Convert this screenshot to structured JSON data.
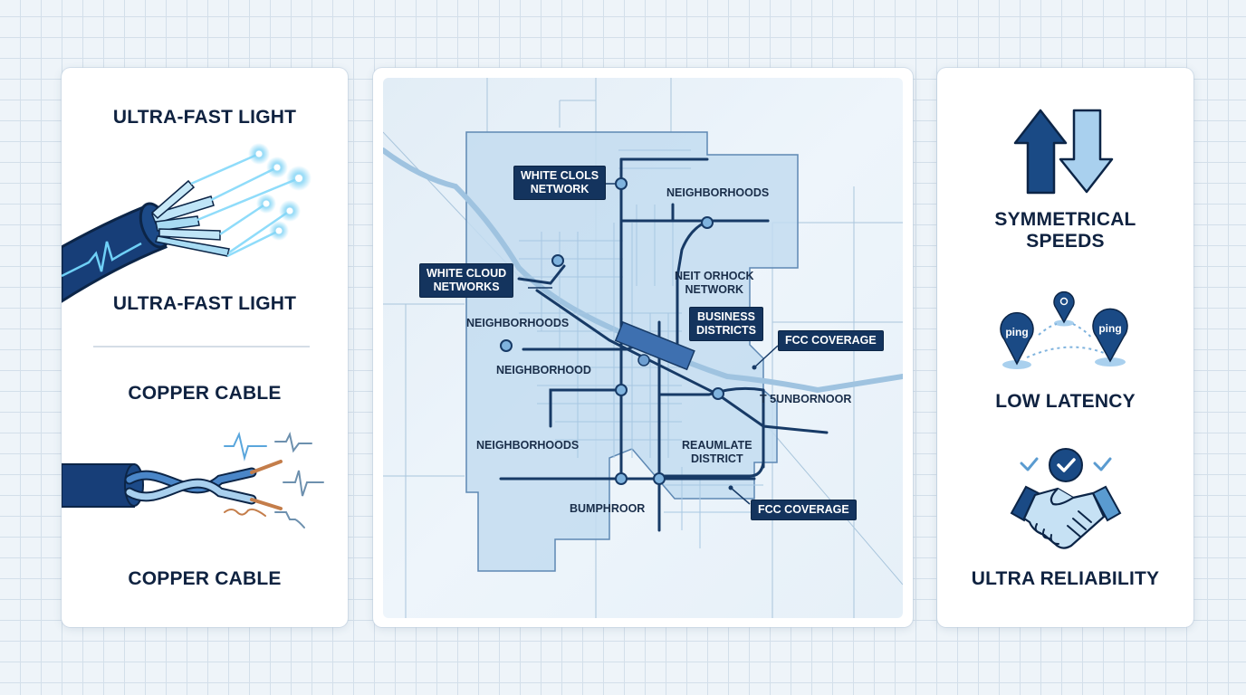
{
  "left_panel": {
    "fiber": {
      "title_top": "ULTRA-FAST LIGHT",
      "title_bottom": "ULTRA-FAST LIGHT",
      "icon": "fiber-optic-cable-icon"
    },
    "copper": {
      "title_top": "COPPER CABLE",
      "title_bottom": "COPPER CABLE",
      "icon": "twisted-copper-cable-icon"
    }
  },
  "map_panel": {
    "callouts": [
      {
        "text": "WHITE CLOLS\nNETWORK",
        "line1": "WHITE CLOLS",
        "line2": "NETWORK"
      },
      {
        "text": "WHITE CLOUD\nNETWORKS",
        "line1": "WHITE CLOUD",
        "line2": "NETWORKS"
      },
      {
        "text": "BUSINESS\nDISTRICTS",
        "line1": "BUSINESS",
        "line2": "DISTRICTS"
      },
      {
        "text": "FCC COVERAGE",
        "line1": "FCC COVERAGE"
      },
      {
        "text": "FCC COVERAGE",
        "line1": "FCC COVERAGE"
      }
    ],
    "area_labels": [
      {
        "line1": "NEIGHBORHOODS"
      },
      {
        "line1": "NEIT ORHOCK",
        "line2": "NETWORK"
      },
      {
        "line1": "NEIGHBORHOODS"
      },
      {
        "line1": "NEIGHBORHOOD"
      },
      {
        "line1": "T 5UNBORNOOR"
      },
      {
        "line1": "NEIGHBORHOODS"
      },
      {
        "line1": "REAUMLATE",
        "line2": "DISTRICT"
      },
      {
        "line1": "BUMPHROOR"
      }
    ],
    "colors": {
      "coverage_fill": "#c3dcf0",
      "fiber_line": "#173a66",
      "node_fill": "#7fb3de",
      "tag_bg": "#14345e"
    }
  },
  "right_panel": {
    "symmetrical": {
      "line1": "SYMMETRICAL",
      "line2": "SPEEDS",
      "icon": "up-down-arrows-icon"
    },
    "latency": {
      "title": "LOW LATENCY",
      "pin_left": "ping",
      "pin_right": "ping",
      "icon": "ping-pins-icon"
    },
    "reliability": {
      "title": "ULTRA RELIABILITY",
      "icon": "handshake-check-icon"
    }
  },
  "colors": {
    "navy": "#0f2240",
    "dark_blue": "#1a4a85",
    "light_blue": "#a9d0ee",
    "background_grid": "#d3dfea",
    "copper": "#c47d4a"
  }
}
